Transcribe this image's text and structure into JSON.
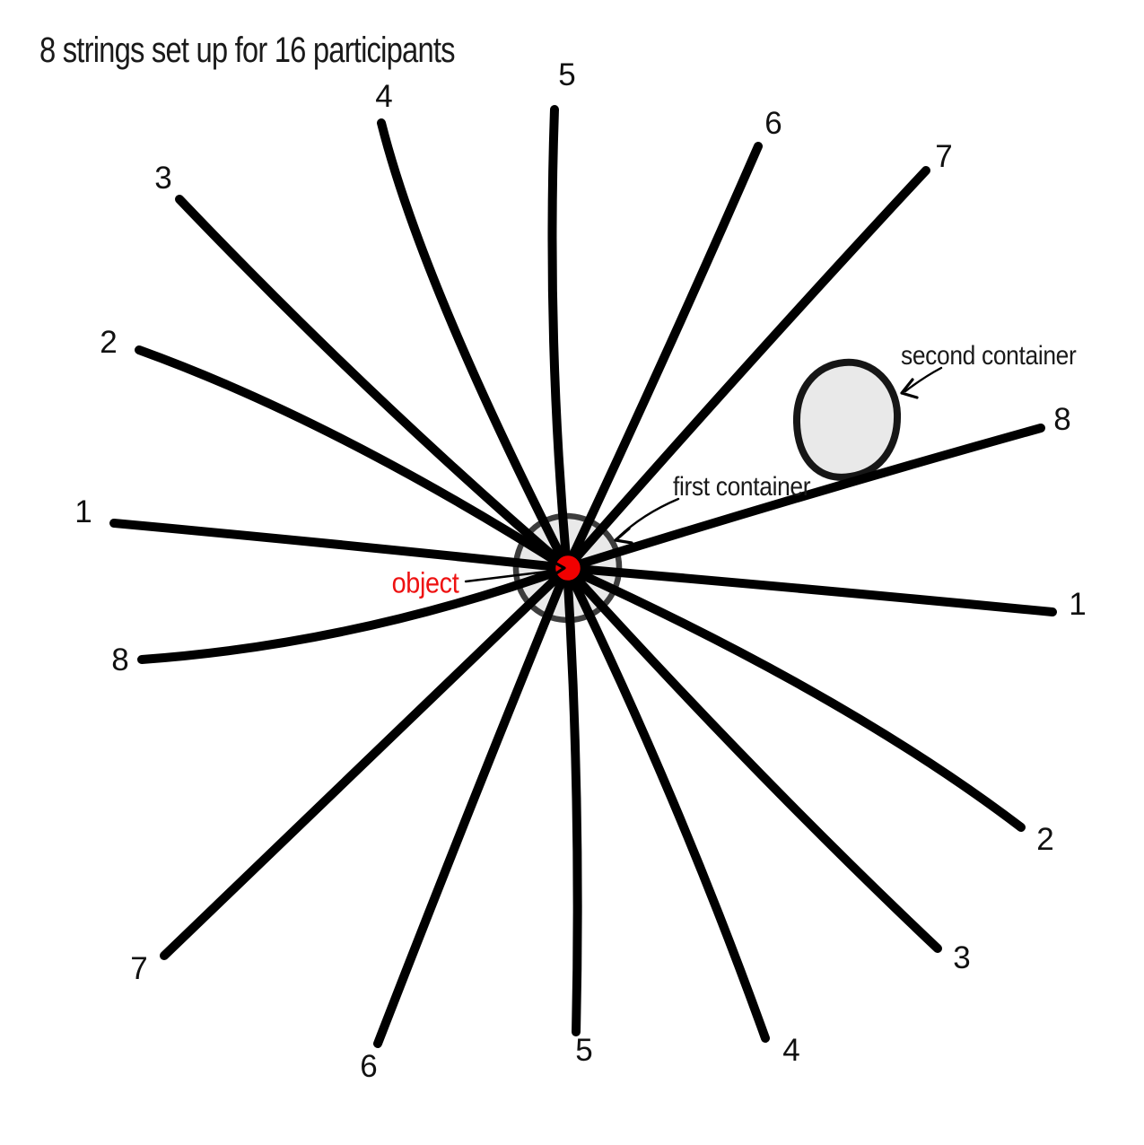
{
  "title": "8 strings set up for 16 participants",
  "center": {
    "object_label": "object",
    "first_container_label": "first container",
    "second_container_label": "second container"
  },
  "string_ends": [
    {
      "string": "5",
      "position": "top",
      "label": "5"
    },
    {
      "string": "4",
      "position": "top",
      "label": "4"
    },
    {
      "string": "3",
      "position": "top-left",
      "label": "3"
    },
    {
      "string": "6",
      "position": "top",
      "label": "6"
    },
    {
      "string": "7",
      "position": "top-right",
      "label": "7"
    },
    {
      "string": "2",
      "position": "left",
      "label": "2"
    },
    {
      "string": "1",
      "position": "left",
      "label": "1"
    },
    {
      "string": "8",
      "position": "left",
      "label": "8"
    },
    {
      "string": "8",
      "position": "right",
      "label": "8"
    },
    {
      "string": "1",
      "position": "right",
      "label": "1"
    },
    {
      "string": "2",
      "position": "right",
      "label": "2"
    },
    {
      "string": "3",
      "position": "bottom-right",
      "label": "3"
    },
    {
      "string": "4",
      "position": "bottom",
      "label": "4"
    },
    {
      "string": "5",
      "position": "bottom",
      "label": "5"
    },
    {
      "string": "6",
      "position": "bottom",
      "label": "6"
    },
    {
      "string": "7",
      "position": "bottom-left",
      "label": "7"
    }
  ],
  "colors": {
    "string_black": "#000000",
    "object_red": "#f10000",
    "object_label_red": "#ee1111",
    "container_fill_gray": "#e9e9e9",
    "first_container_stroke_gray": "#3d3d3d",
    "second_container_stroke": "#161616",
    "text_black": "#1a1a1a"
  }
}
